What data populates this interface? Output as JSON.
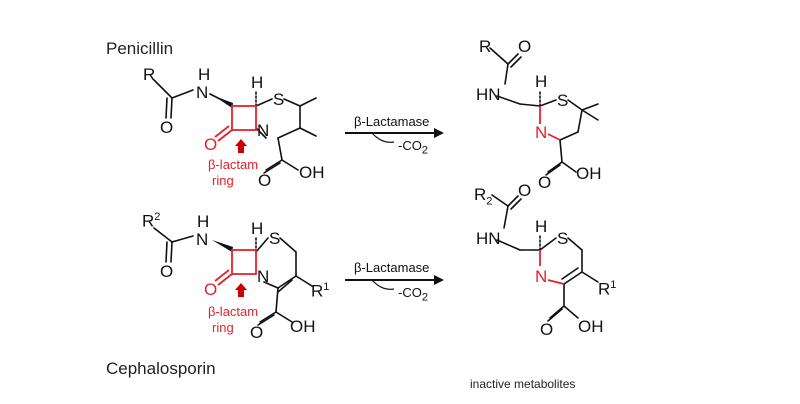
{
  "labels": {
    "penicillin": "Penicillin",
    "cephalosporin": "Cephalosporin",
    "enzyme": "β-Lactamase",
    "co2_minus": "-CO",
    "co2_sub": "2",
    "beta_lactam_line1": "β-lactam",
    "beta_lactam_line2": "ring",
    "inactive_metabolites": "inactive metabolites"
  },
  "atoms": {
    "R": "R",
    "H": "H",
    "N": "N",
    "S": "S",
    "O": "O",
    "OH": "OH",
    "HN": "HN",
    "sup1": "1",
    "sup2": "2",
    "sub2": "2"
  },
  "colors": {
    "beta_lactam_red": "#e8202a",
    "arrow_red": "#cc0000",
    "bond_black": "#111111"
  }
}
